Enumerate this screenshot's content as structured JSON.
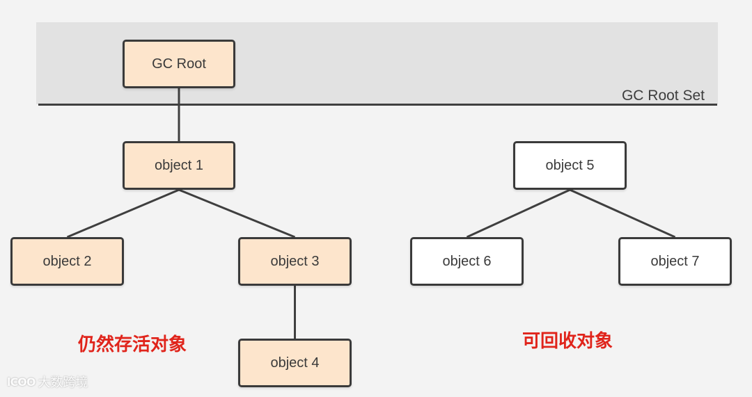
{
  "root_set": {
    "label": "GC Root Set"
  },
  "nodes": {
    "gc_root": {
      "label": "GC Root",
      "status": "alive"
    },
    "object1": {
      "label": "object 1",
      "status": "alive"
    },
    "object2": {
      "label": "object 2",
      "status": "alive"
    },
    "object3": {
      "label": "object 3",
      "status": "alive"
    },
    "object4": {
      "label": "object 4",
      "status": "alive"
    },
    "object5": {
      "label": "object 5",
      "status": "collectable"
    },
    "object6": {
      "label": "object 6",
      "status": "collectable"
    },
    "object7": {
      "label": "object 7",
      "status": "collectable"
    }
  },
  "edges": [
    [
      "gc_root",
      "object1"
    ],
    [
      "object1",
      "object2"
    ],
    [
      "object1",
      "object3"
    ],
    [
      "object3",
      "object4"
    ],
    [
      "object5",
      "object6"
    ],
    [
      "object5",
      "object7"
    ]
  ],
  "captions": {
    "alive": "仍然存活对象",
    "collectable": "可回收对象"
  },
  "watermark": {
    "logo": "lCOO",
    "text": "大数跨境"
  },
  "colors": {
    "alive_fill": "#fde5cc",
    "collectable_fill": "#ffffff",
    "border": "#3a3a3a",
    "caption": "#e0241b",
    "root_set_band": "#e2e2e2",
    "background": "#f3f3f3"
  }
}
